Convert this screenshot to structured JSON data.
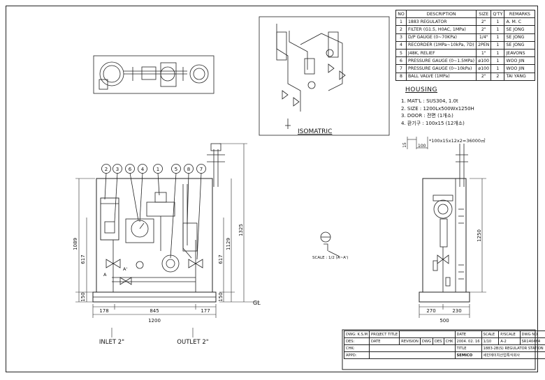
{
  "parts_table": {
    "headers": [
      "NO",
      "DESCRIPTION",
      "SIZE",
      "Q'TY",
      "REMARKS"
    ],
    "rows": [
      {
        "no": "1",
        "desc": "1883 REGULATOR",
        "size": "2\"",
        "qty": "1",
        "remarks": "A. M. C"
      },
      {
        "no": "2",
        "desc": "FILTER (G1.5, H0AC, 1MPa)",
        "size": "2\"",
        "qty": "1",
        "remarks": "SE JONG"
      },
      {
        "no": "3",
        "desc": "D/P GAUGE (0~70KPa)",
        "size": "1/4\"",
        "qty": "1",
        "remarks": "SE JONG"
      },
      {
        "no": "4",
        "desc": "RECORDER (1MPa~10kPa, 7D)",
        "size": "2PEN",
        "qty": "1",
        "remarks": "SE JONG"
      },
      {
        "no": "5",
        "desc": "J48K, RELIEF",
        "size": "1\"",
        "qty": "1",
        "remarks": "JEAVONS"
      },
      {
        "no": "6",
        "desc": "PRESSURE GAUGE (0~1.5MPa)",
        "size": "ø100",
        "qty": "1",
        "remarks": "WOO JIN"
      },
      {
        "no": "7",
        "desc": "PRESSURE GAUGE (0~10kPa)",
        "size": "ø100",
        "qty": "1",
        "remarks": "WOO JIN"
      },
      {
        "no": "8",
        "desc": "BALL VALVE (1MPa)",
        "size": "2\"",
        "qty": "2",
        "remarks": "TAI YANG"
      }
    ]
  },
  "housing": {
    "title": "HOUSING",
    "specs": [
      "1. MAT'L : SUS304, 1.0t",
      "2. SIZE : 1200Lx500Wx1250H",
      "3. DOOR : 전면 (1개소)",
      "4. 환기구 : 100x15 (12개소)"
    ],
    "vent_formula": "*100x15x12x2=36000㎡",
    "vent_dim_w": "100",
    "vent_dim_h": "15"
  },
  "isometric_label": "ISOMATRIC",
  "section_label": "SCALE : 1/2 (A~A')",
  "gl_label": "GL",
  "front_view": {
    "balloons": [
      "2",
      "3",
      "6",
      "4",
      "1",
      "5",
      "8",
      "7"
    ],
    "dims_bottom": [
      "178",
      "845",
      "177"
    ],
    "dim_total": "1200",
    "dims_left": [
      "1089",
      "617",
      "150"
    ],
    "dims_right": [
      "1129",
      "617",
      "150"
    ],
    "dim_height": "1325",
    "section_marks": [
      "A",
      "A'"
    ]
  },
  "side_view": {
    "dims_bottom": [
      "270",
      "230"
    ],
    "dim_total": "500",
    "dim_height": "1250"
  },
  "inlet_label": "INLET 2\"",
  "outlet_label": "OUTLET 2\"",
  "title_block": {
    "dwg": "DWG: K.S.M",
    "project_title_label": "PROJECT TITLE",
    "date_label": "DATE",
    "scale_label": "SCALE",
    "pscale_label": "P/SCALE",
    "dwg_no_label": "DWG NO.",
    "des": "DES:",
    "date_value": "2004. 02. 16",
    "scale_value": "1/10",
    "pscale_value": "A-2",
    "dwg_no_value": "SR140464",
    "rev_date": "DATE",
    "revision": "REVISION",
    "dwg_col": "DWG",
    "des_col": "DES",
    "chk_col": "CHK",
    "title_label": "TITLE",
    "chk": "CHK:",
    "apd": "APPD:",
    "title_value": "1883-2B(S) REGULATOR STATION",
    "company": "세민에이치산업특식회사",
    "logo_text": "SEMICO"
  }
}
